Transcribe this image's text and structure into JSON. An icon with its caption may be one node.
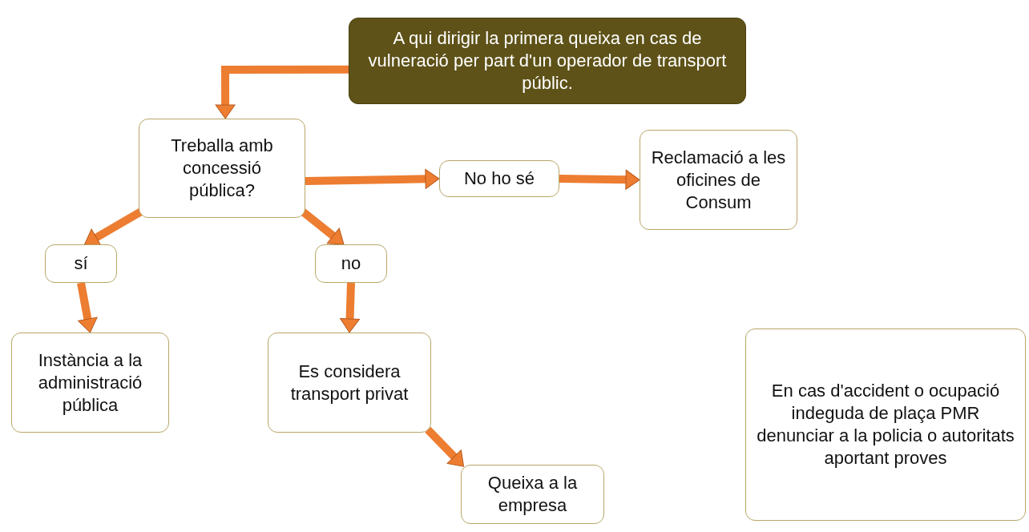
{
  "diagram": {
    "nodes": [
      {
        "text": [
          "A qui dirigir la primera queixa en cas de vulneració per part d'un operador de transport públic."
        ]
      },
      {
        "text": [
          "Treballa amb concessió pública?"
        ]
      },
      {
        "text": [
          "No ho sé"
        ]
      },
      {
        "text": [
          "Reclamació a les oficines de Consum"
        ]
      },
      {
        "text": [
          "sí"
        ]
      },
      {
        "text": [
          "no"
        ]
      },
      {
        "text": [
          "Instància a la administració pública"
        ]
      },
      {
        "text": [
          "Es considera transport privat"
        ]
      },
      {
        "text": [
          "Queixa a la empresa"
        ]
      },
      {
        "text": [
          "En cas d'accident o ocupació indeguda de plaça PMR denunciar a la policia o autoritats aportant proves"
        ]
      }
    ],
    "edges": [
      {
        "from": 0,
        "to": 1,
        "arrow": "to"
      },
      {
        "from": 1,
        "to": 2,
        "arrow": "to"
      },
      {
        "from": 2,
        "to": 3,
        "arrow": "to"
      },
      {
        "from": 1,
        "to": 4,
        "arrow": "to"
      },
      {
        "from": 1,
        "to": 5,
        "arrow": "to"
      },
      {
        "from": 4,
        "to": 6,
        "arrow": "to"
      },
      {
        "from": 5,
        "to": 7,
        "arrow": "to"
      },
      {
        "from": 7,
        "to": 8,
        "arrow": "to"
      }
    ]
  }
}
